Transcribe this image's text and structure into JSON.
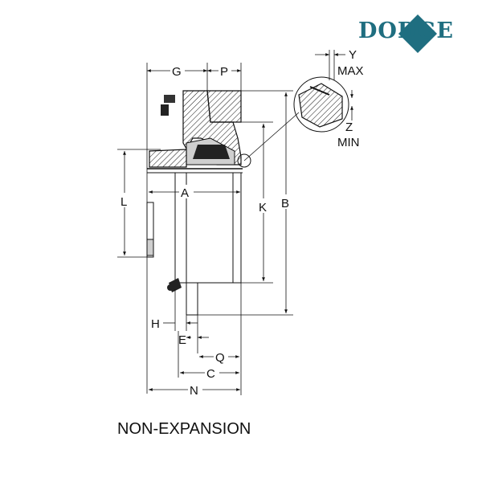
{
  "brand": {
    "name": "DODGE",
    "diamond_color": "#1f6e80"
  },
  "caption": "NON-EXPANSION",
  "dimensions": {
    "G": "G",
    "P": "P",
    "A": "A",
    "L": "L",
    "K": "K",
    "B": "B",
    "H": "H",
    "E": "E",
    "Q": "Q",
    "C": "C",
    "N": "N"
  },
  "detail": {
    "Y": "Y",
    "Y_note": "MAX",
    "Z": "Z",
    "Z_note": "MIN"
  }
}
